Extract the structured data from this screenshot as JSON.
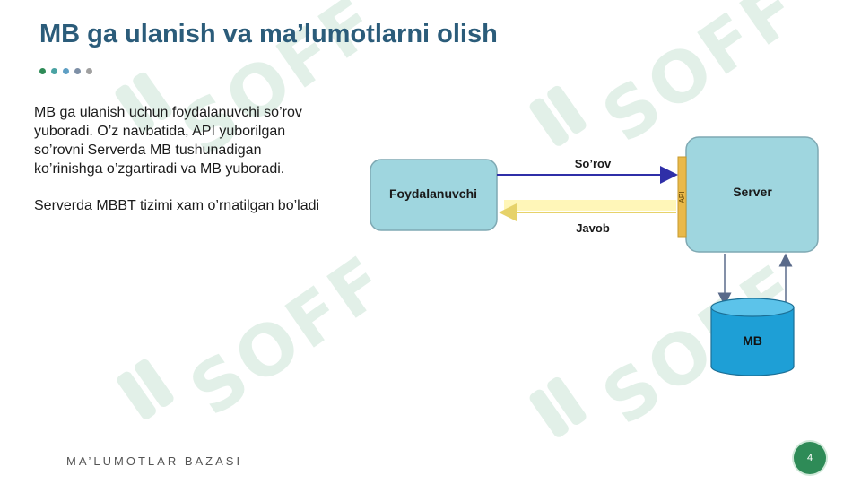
{
  "slide": {
    "title": "MB ga ulanish va ma’lumotlarni olish",
    "paragraphs": [
      "MB ga ulanish uchun foydalanuvchi so’rov yuboradi. O’z navbatida, API yuborilgan so’rovni Serverda MB tushunadigan ko’rinishga o’zgartiradi va MB yuboradi.",
      "Serverda MBBT tizimi xam o’rnatilgan bo’ladi"
    ],
    "footer": "MA’LUMOTLAR BAZASI",
    "page_number": "4"
  },
  "diagram": {
    "user_label": "Foydalanuvchi",
    "server_label": "Server",
    "db_label": "MB",
    "api_label": "API",
    "request_label": "So’rov",
    "response_label": "Javob"
  },
  "watermark": {
    "text": "SOFF"
  },
  "colors": {
    "title": "#2b5c7a",
    "box_fill": "#9fd6df",
    "db_fill": "#1e9fd6",
    "api_fill": "#e9b94a",
    "request_arrow": "#2f2fa8",
    "response_arrow": "#fff6b8",
    "badge": "#2e8b57",
    "dots": [
      "#2e8b57",
      "#4aa3a3",
      "#5e9fc4",
      "#7d8fa6",
      "#a0a0a0"
    ]
  }
}
